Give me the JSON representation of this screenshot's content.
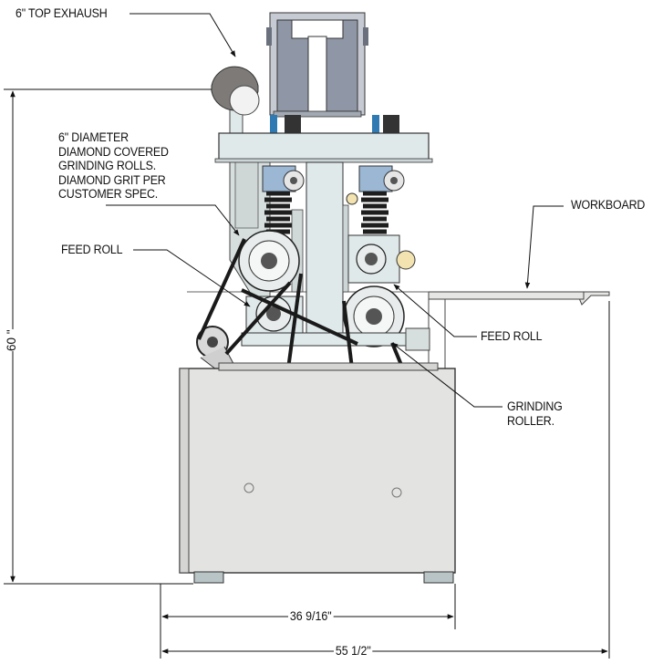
{
  "callouts": {
    "top_exhaust": "6\" TOP EXHAUSH",
    "grinding_rolls": [
      "6\"  DIAMETER",
      "DIAMOND COVERED",
      "GRINDING ROLLS.",
      "DIAMOND GRIT PER",
      "CUSTOMER SPEC."
    ],
    "workboard": "WORKBOARD",
    "feed_roll_left": "FEED ROLL",
    "feed_roll_right": "FEED ROLL",
    "grinding_roller": [
      "GRINDING",
      "ROLLER."
    ]
  },
  "dimensions": {
    "height": "60 \"",
    "base_width": "36 9/16\"",
    "overall_width": "55 1/2\""
  },
  "colors": {
    "frame": "#dfe9ea",
    "cabinet": "#e3e3e1",
    "motor": "#8f97a6",
    "roll": "#e8ecec",
    "spring": "#2a2a2a",
    "line": "#111111"
  }
}
